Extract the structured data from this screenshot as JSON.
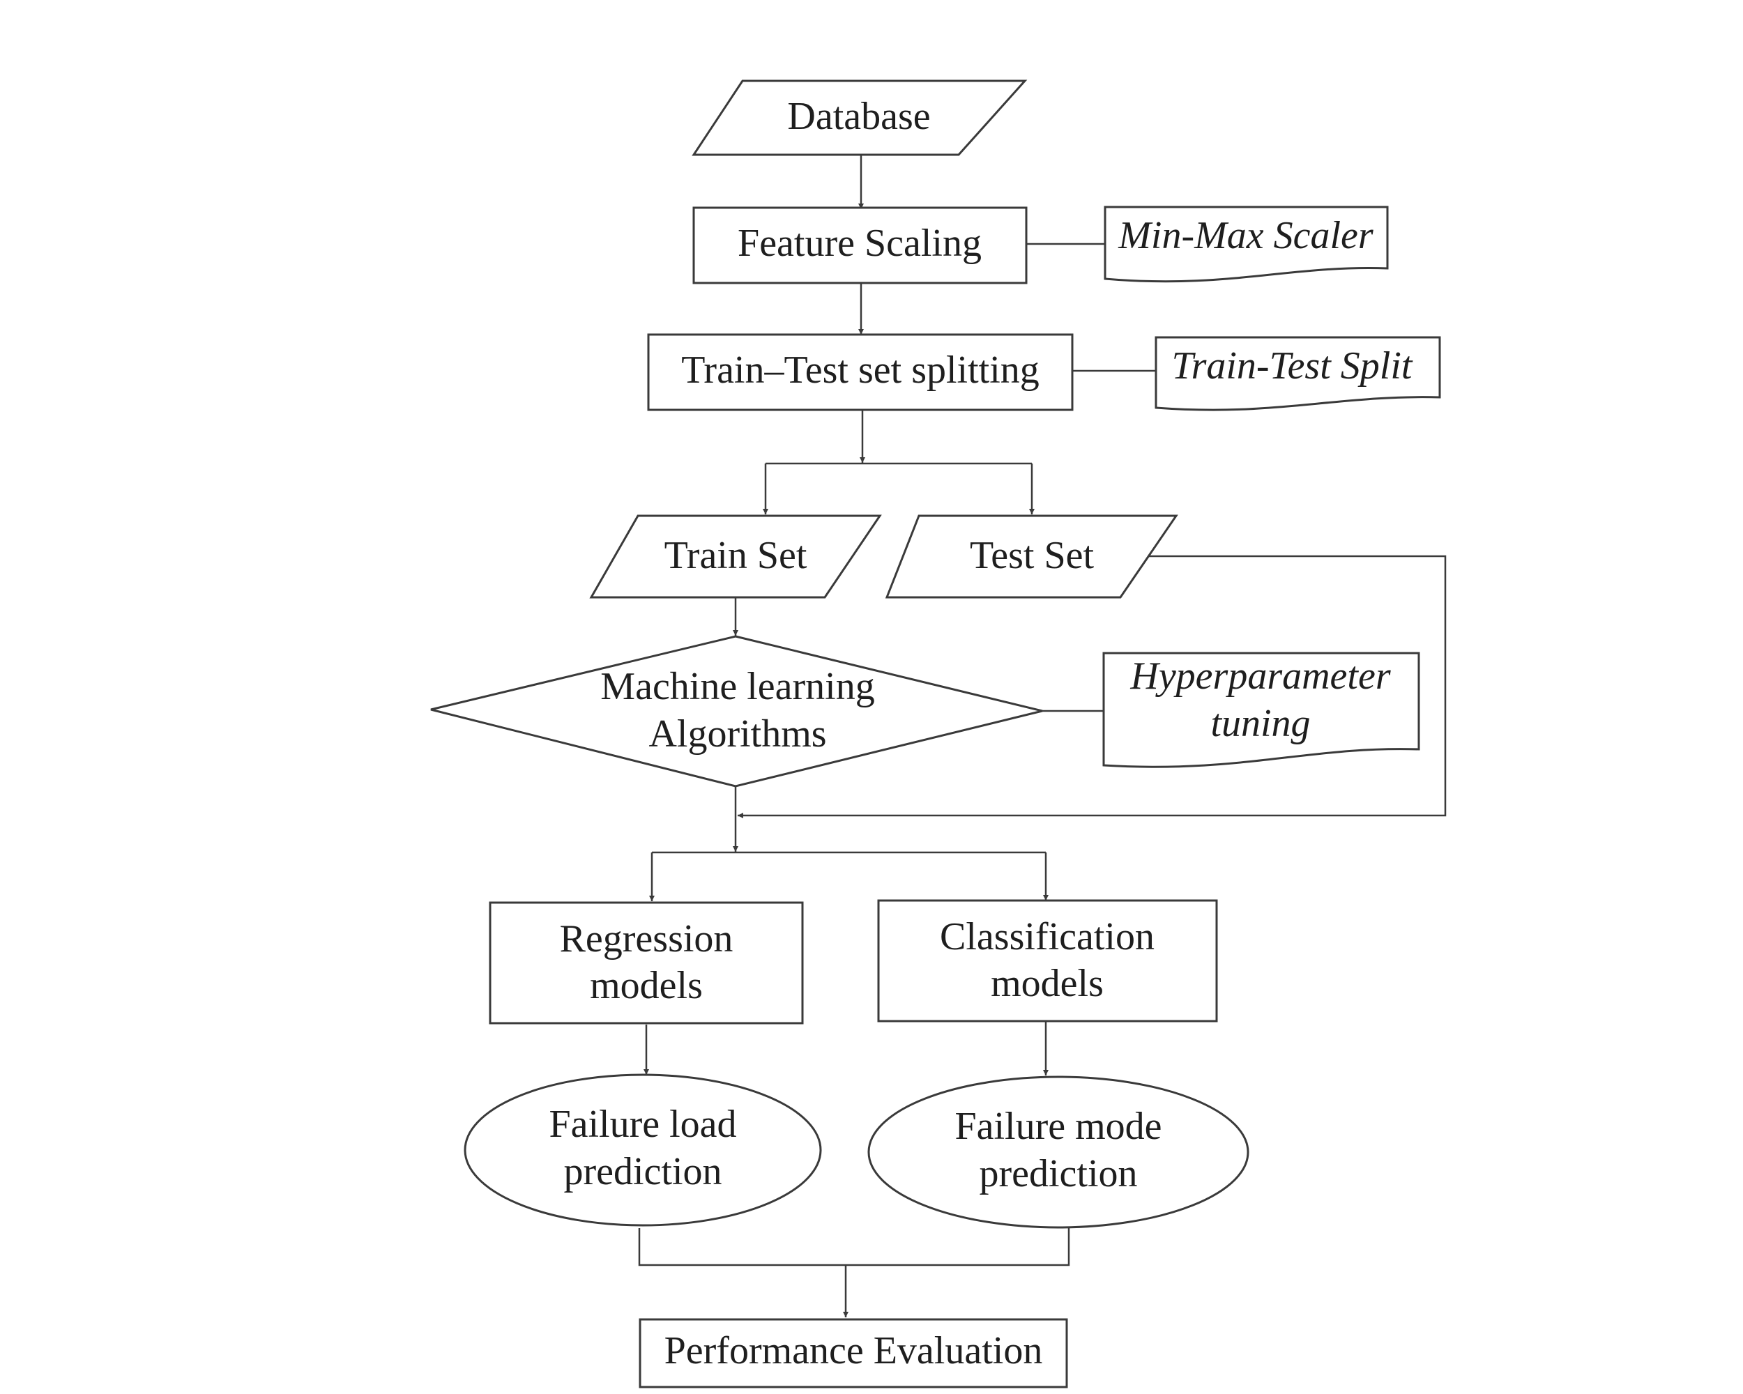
{
  "nodes": {
    "database": "Database",
    "feature_scaling": "Feature Scaling",
    "min_max_scaler": "Min-Max Scaler",
    "train_test_splitting": "Train–Test set splitting",
    "train_test_split": "Train-Test Split",
    "train_set": "Train Set",
    "test_set": "Test Set",
    "ml_algorithms": [
      "Machine learning",
      "Algorithms"
    ],
    "hyperparameter_tuning": [
      "Hyperparameter",
      "tuning"
    ],
    "regression_models": [
      "Regression",
      "models"
    ],
    "classification_models": [
      "Classification",
      "models"
    ],
    "failure_load_prediction": [
      "Failure load",
      "prediction"
    ],
    "failure_mode_prediction": [
      "Failure mode",
      "prediction"
    ],
    "performance_evaluation": "Performance Evaluation"
  }
}
